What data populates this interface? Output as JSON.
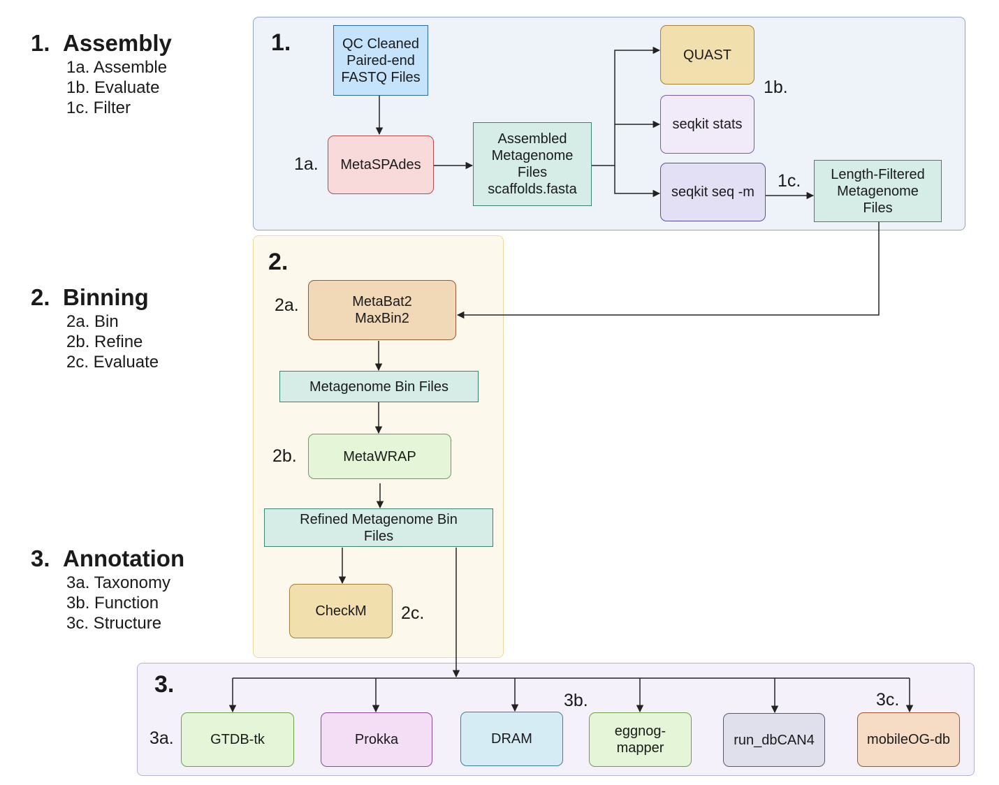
{
  "outline": [
    {
      "number": "1.",
      "title": "Assembly",
      "items": [
        "1a. Assemble",
        "1b. Evaluate",
        "1c. Filter"
      ]
    },
    {
      "number": "2.",
      "title": "Binning",
      "items": [
        "2a. Bin",
        "2b. Refine",
        "2c. Evaluate"
      ]
    },
    {
      "number": "3.",
      "title": "Annotation",
      "items": [
        "3a. Taxonomy",
        "3b. Function",
        "3c. Structure"
      ]
    }
  ],
  "panels": {
    "assembly": {
      "number": "1."
    },
    "binning": {
      "number": "2."
    },
    "annotation": {
      "number": "3."
    }
  },
  "steps": {
    "s1a": "1a.",
    "s1b": "1b.",
    "s1c": "1c.",
    "s2a": "2a.",
    "s2b": "2b.",
    "s2c": "2c.",
    "s3a": "3a.",
    "s3b": "3b.",
    "s3c": "3c."
  },
  "nodes": {
    "qc_fastq": "QC Cleaned\nPaired-end\nFASTQ Files",
    "metaspades": "MetaSPAdes",
    "assembled": "Assembled\nMetagenome\nFiles\nscaffolds.fasta",
    "quast": "QUAST",
    "seqkit_stats": "seqkit stats",
    "seqkit_seq": "seqkit seq -m",
    "length_filtered": "Length-Filtered\nMetagenome\nFiles",
    "binners": "MetaBat2\nMaxBin2",
    "bin_files": "Metagenome Bin Files",
    "metawrap": "MetaWRAP",
    "refined_bins": "Refined Metagenome Bin\nFiles",
    "checkm": "CheckM",
    "gtdbtk": "GTDB-tk",
    "prokka": "Prokka",
    "dram": "DRAM",
    "eggnog": "eggnog-\nmapper",
    "dbcan": "run_dbCAN4",
    "mobileog": "mobileOG-db"
  }
}
